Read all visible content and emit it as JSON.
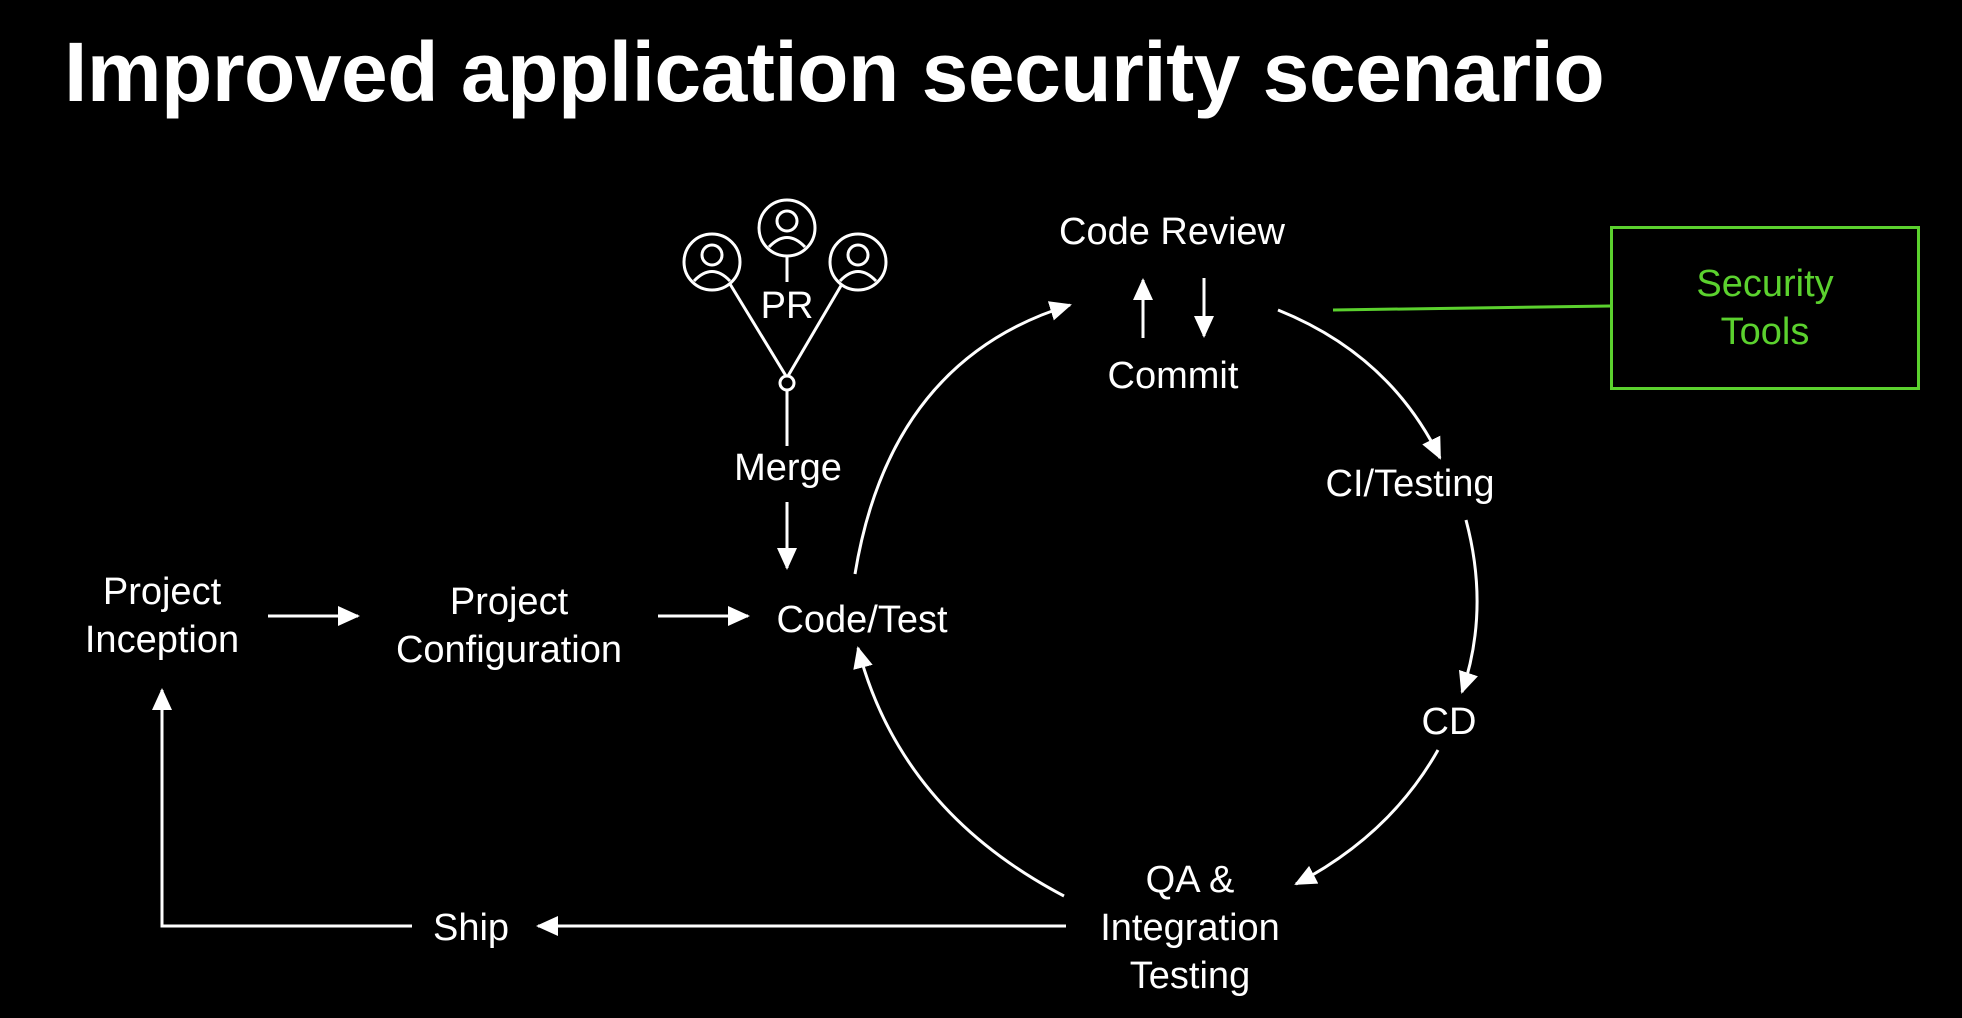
{
  "title": "Improved application security scenario",
  "accent_color": "#5bd12e",
  "nodes": {
    "project_inception": [
      "Project",
      "Inception"
    ],
    "project_configuration": [
      "Project",
      "Configuration"
    ],
    "code_test": "Code/Test",
    "merge": "Merge",
    "pr": "PR",
    "code_review": "Code Review",
    "commit": "Commit",
    "ci_testing": "CI/Testing",
    "cd": "CD",
    "qa": [
      "QA &",
      "Integration",
      "Testing"
    ],
    "ship": "Ship"
  },
  "security_tools": [
    "Security",
    "Tools"
  ],
  "icons": [
    "user-icon",
    "user-icon",
    "user-icon"
  ]
}
